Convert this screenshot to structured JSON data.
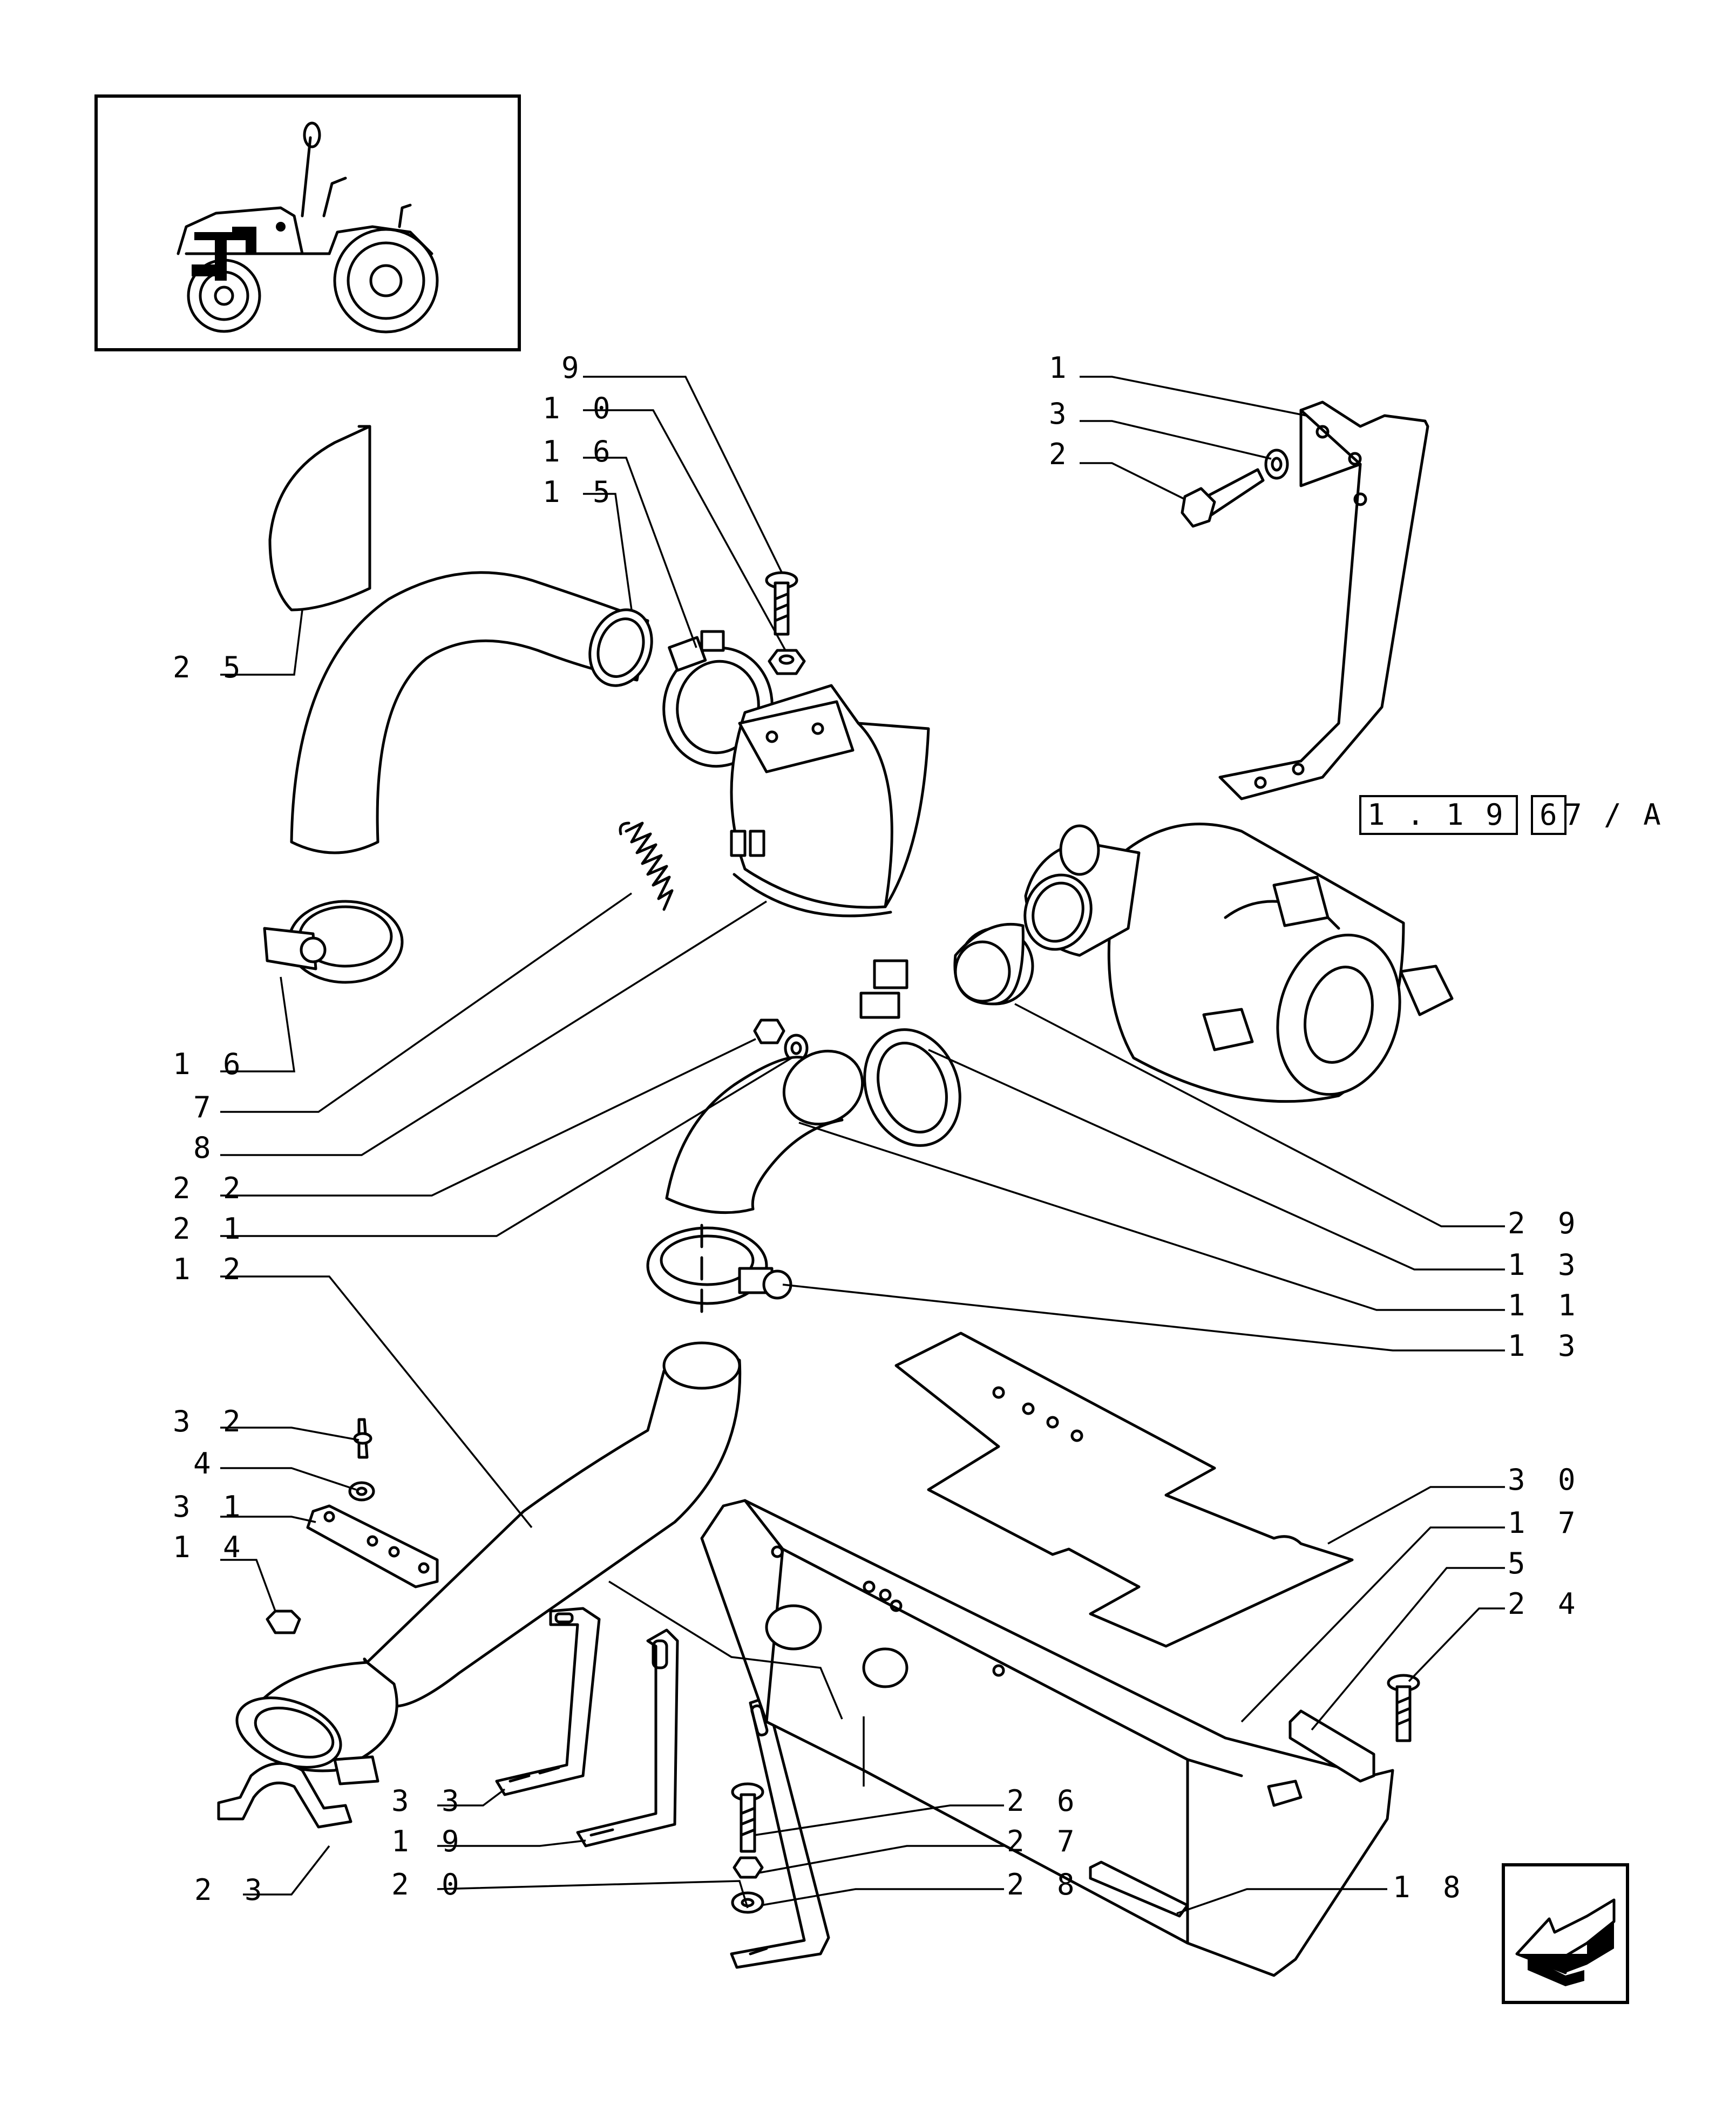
{
  "drawing": {
    "callouts": [
      {
        "id": "9",
        "text": "9"
      },
      {
        "id": "10",
        "text": "1 0"
      },
      {
        "id": "16a",
        "text": "1 6"
      },
      {
        "id": "15",
        "text": "1 5"
      },
      {
        "id": "1",
        "text": "1"
      },
      {
        "id": "3",
        "text": "3"
      },
      {
        "id": "2",
        "text": "2"
      },
      {
        "id": "25",
        "text": "2 5"
      },
      {
        "id": "16b",
        "text": "1 6"
      },
      {
        "id": "7",
        "text": "7"
      },
      {
        "id": "8",
        "text": "8"
      },
      {
        "id": "22",
        "text": "2 2"
      },
      {
        "id": "21",
        "text": "2 1"
      },
      {
        "id": "12",
        "text": "1 2"
      },
      {
        "id": "29",
        "text": "2 9"
      },
      {
        "id": "13a",
        "text": "1 3"
      },
      {
        "id": "11",
        "text": "1 1"
      },
      {
        "id": "13b",
        "text": "1 3"
      },
      {
        "id": "32",
        "text": "3 2"
      },
      {
        "id": "4",
        "text": "4"
      },
      {
        "id": "31",
        "text": "3 1"
      },
      {
        "id": "14",
        "text": "1 4"
      },
      {
        "id": "30",
        "text": "3 0"
      },
      {
        "id": "17",
        "text": "1 7"
      },
      {
        "id": "5",
        "text": "5"
      },
      {
        "id": "24",
        "text": "2 4"
      },
      {
        "id": "33",
        "text": "3 3"
      },
      {
        "id": "19",
        "text": "1 9"
      },
      {
        "id": "20",
        "text": "2 0"
      },
      {
        "id": "23",
        "text": "2 3"
      },
      {
        "id": "26",
        "text": "2 6"
      },
      {
        "id": "27",
        "text": "2 7"
      },
      {
        "id": "28",
        "text": "2 8"
      },
      {
        "id": "18",
        "text": "1 8"
      }
    ],
    "reference": {
      "code": "1 . 1 9 . 7 / A",
      "page": "6"
    }
  }
}
